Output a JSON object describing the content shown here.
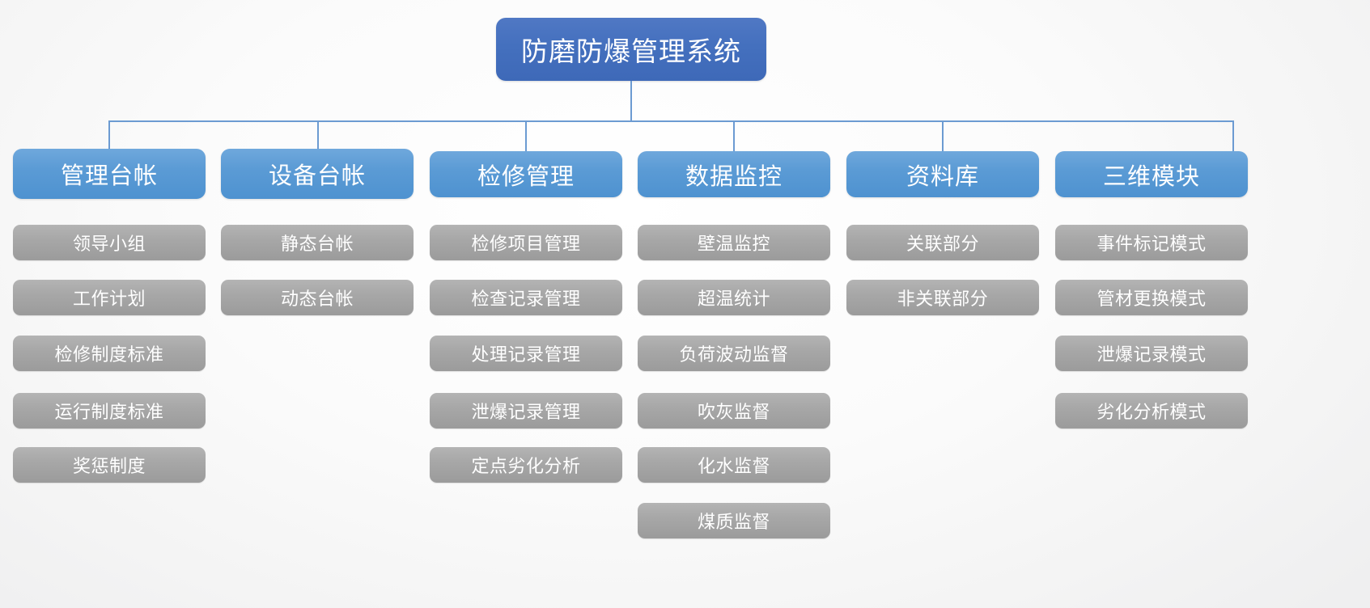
{
  "diagram": {
    "title": "防磨防爆管理系统",
    "type": "organization-chart",
    "colors": {
      "root_fill": "#4470BE",
      "level2_fill": "#5B9BD5",
      "leaf_fill": "#A5A5A5",
      "connector": "#6C9BD2",
      "text": "#FFFFFF",
      "background": "#F7F7F7"
    },
    "root": {
      "label": "防磨防爆管理系统"
    },
    "branches": [
      {
        "label": "管理台帐",
        "children": [
          {
            "label": "领导小组"
          },
          {
            "label": "工作计划"
          },
          {
            "label": "检修制度标准"
          },
          {
            "label": "运行制度标准"
          },
          {
            "label": "奖惩制度"
          }
        ]
      },
      {
        "label": "设备台帐",
        "children": [
          {
            "label": "静态台帐"
          },
          {
            "label": "动态台帐"
          }
        ]
      },
      {
        "label": "检修管理",
        "children": [
          {
            "label": "检修项目管理"
          },
          {
            "label": "检查记录管理"
          },
          {
            "label": "处理记录管理"
          },
          {
            "label": "泄爆记录管理"
          },
          {
            "label": "定点劣化分析"
          }
        ]
      },
      {
        "label": "数据监控",
        "children": [
          {
            "label": "壁温监控"
          },
          {
            "label": "超温统计"
          },
          {
            "label": "负荷波动监督"
          },
          {
            "label": "吹灰监督"
          },
          {
            "label": "化水监督"
          },
          {
            "label": "煤质监督"
          }
        ]
      },
      {
        "label": "资料库",
        "children": [
          {
            "label": "关联部分"
          },
          {
            "label": "非关联部分"
          }
        ]
      },
      {
        "label": "三维模块",
        "children": [
          {
            "label": "事件标记模式"
          },
          {
            "label": "管材更换模式"
          },
          {
            "label": "泄爆记录模式"
          },
          {
            "label": "劣化分析模式"
          }
        ]
      }
    ]
  }
}
